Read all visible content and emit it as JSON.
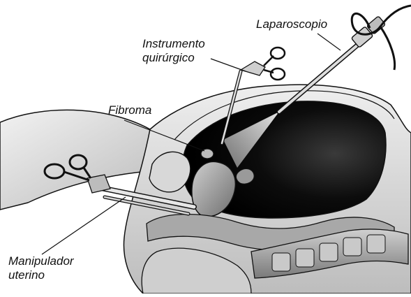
{
  "labels": {
    "laparoscope": "Laparoscopio",
    "instrument_line1": "Instrumento",
    "instrument_line2": "quirúrgico",
    "fibroid": "Fibroma",
    "manipulator_line1": "Manipulador",
    "manipulator_line2": "uterino"
  },
  "colors": {
    "outline": "#111111",
    "skin_light": "#d9d9d9",
    "skin_mid": "#bdbdbd",
    "cavity_dark": "#151515",
    "tissue_gray": "#9a9a9a",
    "light_cone": "#e6e6e6"
  }
}
